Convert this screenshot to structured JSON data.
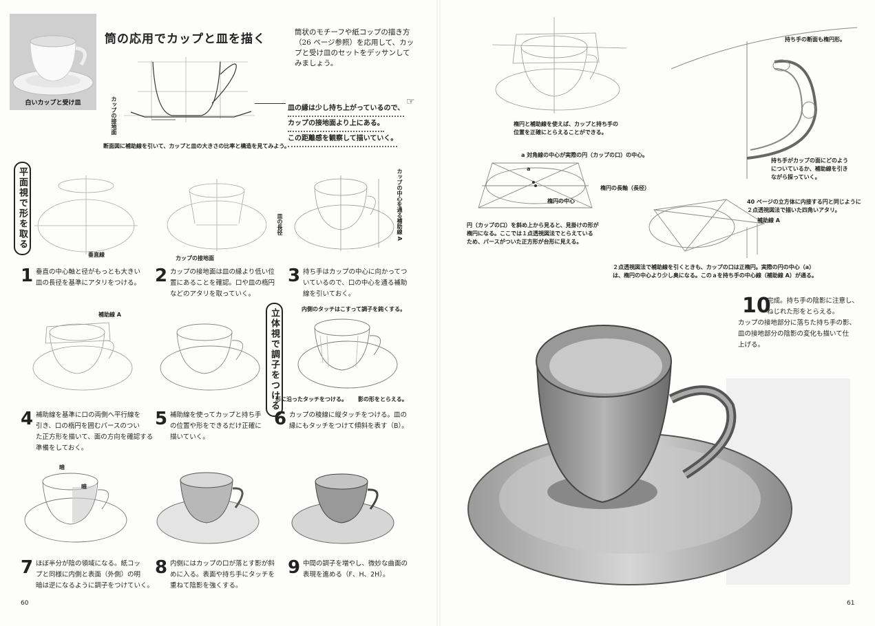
{
  "page_left": {
    "photo_caption": "白いカップと受け皿",
    "title": "筒の応用でカップと皿を描く",
    "intro": [
      "筒状のモチーフや紙コップの描き方",
      "（26 ページ参照）を応用して、カッ",
      "プと受け皿のセットをデッサンして",
      "みましょう。"
    ],
    "cross_section_label": "カップの接地面",
    "callout": [
      "皿の縁は少し持ち上がっているので、",
      "カップの接地面より上にある。",
      "この距離感を観察して描いていく。"
    ],
    "cross_section_caption": "断面図に補助線を引いて、カップと皿の大きさの比率と構造を見てみよう。",
    "section_flat": "平面視で形を取る",
    "section_3d": "立体視で調子をつける",
    "label_vertical_line": "垂直線",
    "label_cup_base": "カップの接地面",
    "label_plate_diameter": "皿の長径",
    "label_aux_line_vertical": "カップの中心を通る補助線 A",
    "label_aux_a": "補助線 A",
    "label_inner_touch": "内側のタッチはこすって調子を鈍くする。",
    "label_form_touch": "形に沿ったタッチをつける。",
    "label_shadow_form": "影の形をとらえる。",
    "label_dark": "暗",
    "steps": [
      {
        "num": "1",
        "text": [
          "垂直の中心軸と径がもっとも大きい",
          "皿の長径を基準にアタリをつける。"
        ]
      },
      {
        "num": "2",
        "text": [
          "カップの接地面は皿の縁より低い位",
          "置にあることを確認。口や皿の楕円",
          "などのアタリを取っていく。"
        ]
      },
      {
        "num": "3",
        "text": [
          "持ち手はカップの中心に向かってつ",
          "いているので、口の中心を通る補助",
          "線を引いておく。"
        ]
      },
      {
        "num": "4",
        "text": [
          "補助線を基準に口の両側へ平行線を",
          "引き、口の楕円を囲むパースのつい",
          "た正方形を描いて、面の方向を確認する",
          "準備をしておく。"
        ]
      },
      {
        "num": "5",
        "text": [
          "補助線を使ってカップと持ち手",
          "の位置や形をできるだけ正確に",
          "描いていく。"
        ]
      },
      {
        "num": "6",
        "text": [
          "カップの稜線に縦タッチをつける。皿の",
          "縁にもタッチをつけて傾斜を表す（B）。"
        ]
      },
      {
        "num": "7",
        "text": [
          "ほぼ半分が陰の領域になる。紙コッ",
          "プと同様に内側と表面（外側）の明",
          "暗は逆になるように調子をつけていく。"
        ]
      },
      {
        "num": "8",
        "text": [
          "内側にはカップの口が落とす影が斜",
          "めに入る。表面や持ち手にタッチを",
          "重ねて陰影を強くする。"
        ]
      },
      {
        "num": "9",
        "text": [
          "中間の調子を増やし、微妙な曲面の",
          "表現を進める（F、H、2H）。"
        ]
      }
    ],
    "page_number": "60"
  },
  "page_right": {
    "handle_note": "持ち手の断面も楕円形。",
    "guides_note": [
      "楕円と補助線を使えば、カップと持ち手の",
      "位置を正確にとらえることができる。"
    ],
    "handle_attach_note": [
      "持ち手がカップの面にどのよう",
      "についているか、補助線を引き",
      "ながら探っていく。"
    ],
    "center_note": "a 対角線の中心が実際の円（カップの口）の中心。",
    "label_a": "a",
    "label_ellipse_center": "楕円の中心",
    "label_major_axis": "楕円の長軸（長径）",
    "cube_note": [
      "40 ページの立方体に内接する円と同じように",
      "２点透視図法で描いた四角いアタリ。"
    ],
    "label_aux_a": "補助線 A",
    "oblique_note": [
      "円（カップの口）を斜め上から見ると、見掛けの形が",
      "楕円になる。ここでは１点透視図法でとらえている",
      "ため、パースがついた正方形が台形に見える。"
    ],
    "two_point_note": [
      "２点透視図法で補助線を引くときも、カップの口は正楕円。実際の円の中心（a）",
      "は、楕円の中心より少し奥になる。このａを持ち手の中心線（補助線 A）が通る。"
    ],
    "step10_num": "10",
    "step10_text": [
      "完成。持ち手の陰影に注意し、",
      "ねじれた形をとらえる。",
      "カップの接地部分に落ちた持ち手の影、",
      "皿の接地部分の陰影の変化も描いて仕",
      "上げる。"
    ],
    "page_number": "61"
  }
}
